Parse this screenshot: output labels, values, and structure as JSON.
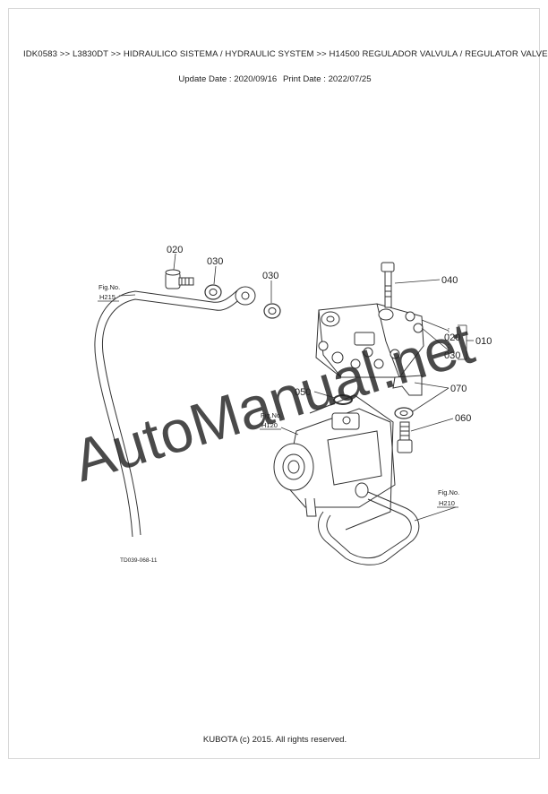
{
  "header": {
    "breadcrumb": "IDK0583 >> L3830DT >> HIDRAULICO SISTEMA / HYDRAULIC SYSTEM >> H14500   REGULADOR VALVULA / REGULATOR VALVE",
    "update_date": "Update Date : 2020/09/16",
    "print_date": "Print Date : 2022/07/25"
  },
  "diagram": {
    "part_labels": {
      "p020": "020",
      "p030a": "030",
      "p030b": "030",
      "p040": "040",
      "p020b": "020",
      "p030c": "030",
      "p010": "010",
      "p050": "050",
      "p070": "070",
      "p060": "060"
    },
    "fig_refs": [
      {
        "label": "Fig.No.",
        "number": "H215"
      },
      {
        "label": "Fig.No.",
        "number": "H120"
      },
      {
        "label": "Fig.No.",
        "number": "H210"
      }
    ],
    "drawing_code": "TD039-068-11",
    "watermark": "AutoManual.net",
    "watermark_color": "#4fc3e8"
  },
  "footer": {
    "copyright": "KUBOTA (c) 2015. All rights reserved."
  }
}
